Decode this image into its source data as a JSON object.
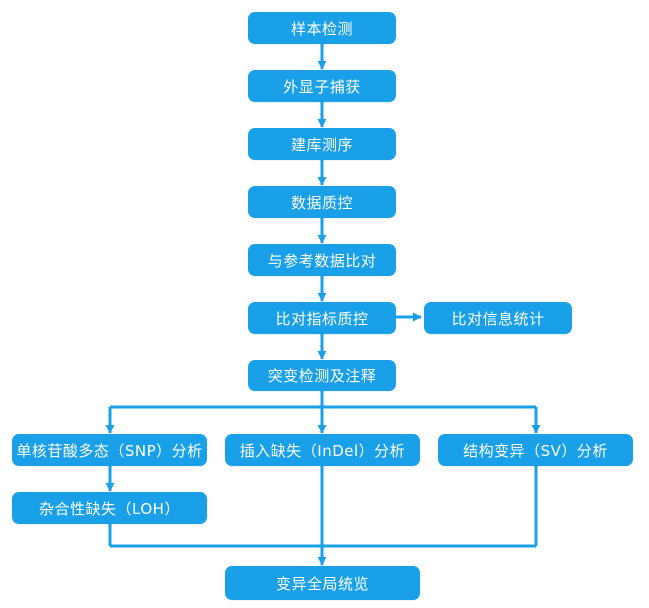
{
  "colors": {
    "node_fill": "#1aa0e8",
    "node_text": "#ffffff",
    "connector": "#1aa0e8",
    "background": "#ffffff"
  },
  "nodes": {
    "sample_detection": "样本检测",
    "exome_capture": "外显子捕获",
    "library_sequencing": "建库测序",
    "data_qc": "数据质控",
    "reference_alignment": "与参考数据比对",
    "alignment_qc": "比对指标质控",
    "alignment_stats": "比对信息统计",
    "variant_calling": "突变检测及注释",
    "snp_analysis": "单核苷酸多态（SNP）分析",
    "indel_analysis": "插入缺失（InDel）分析",
    "sv_analysis": "结构变异（SV）分析",
    "loh": "杂合性缺失（LOH）",
    "variant_overview": "变异全局统览"
  }
}
